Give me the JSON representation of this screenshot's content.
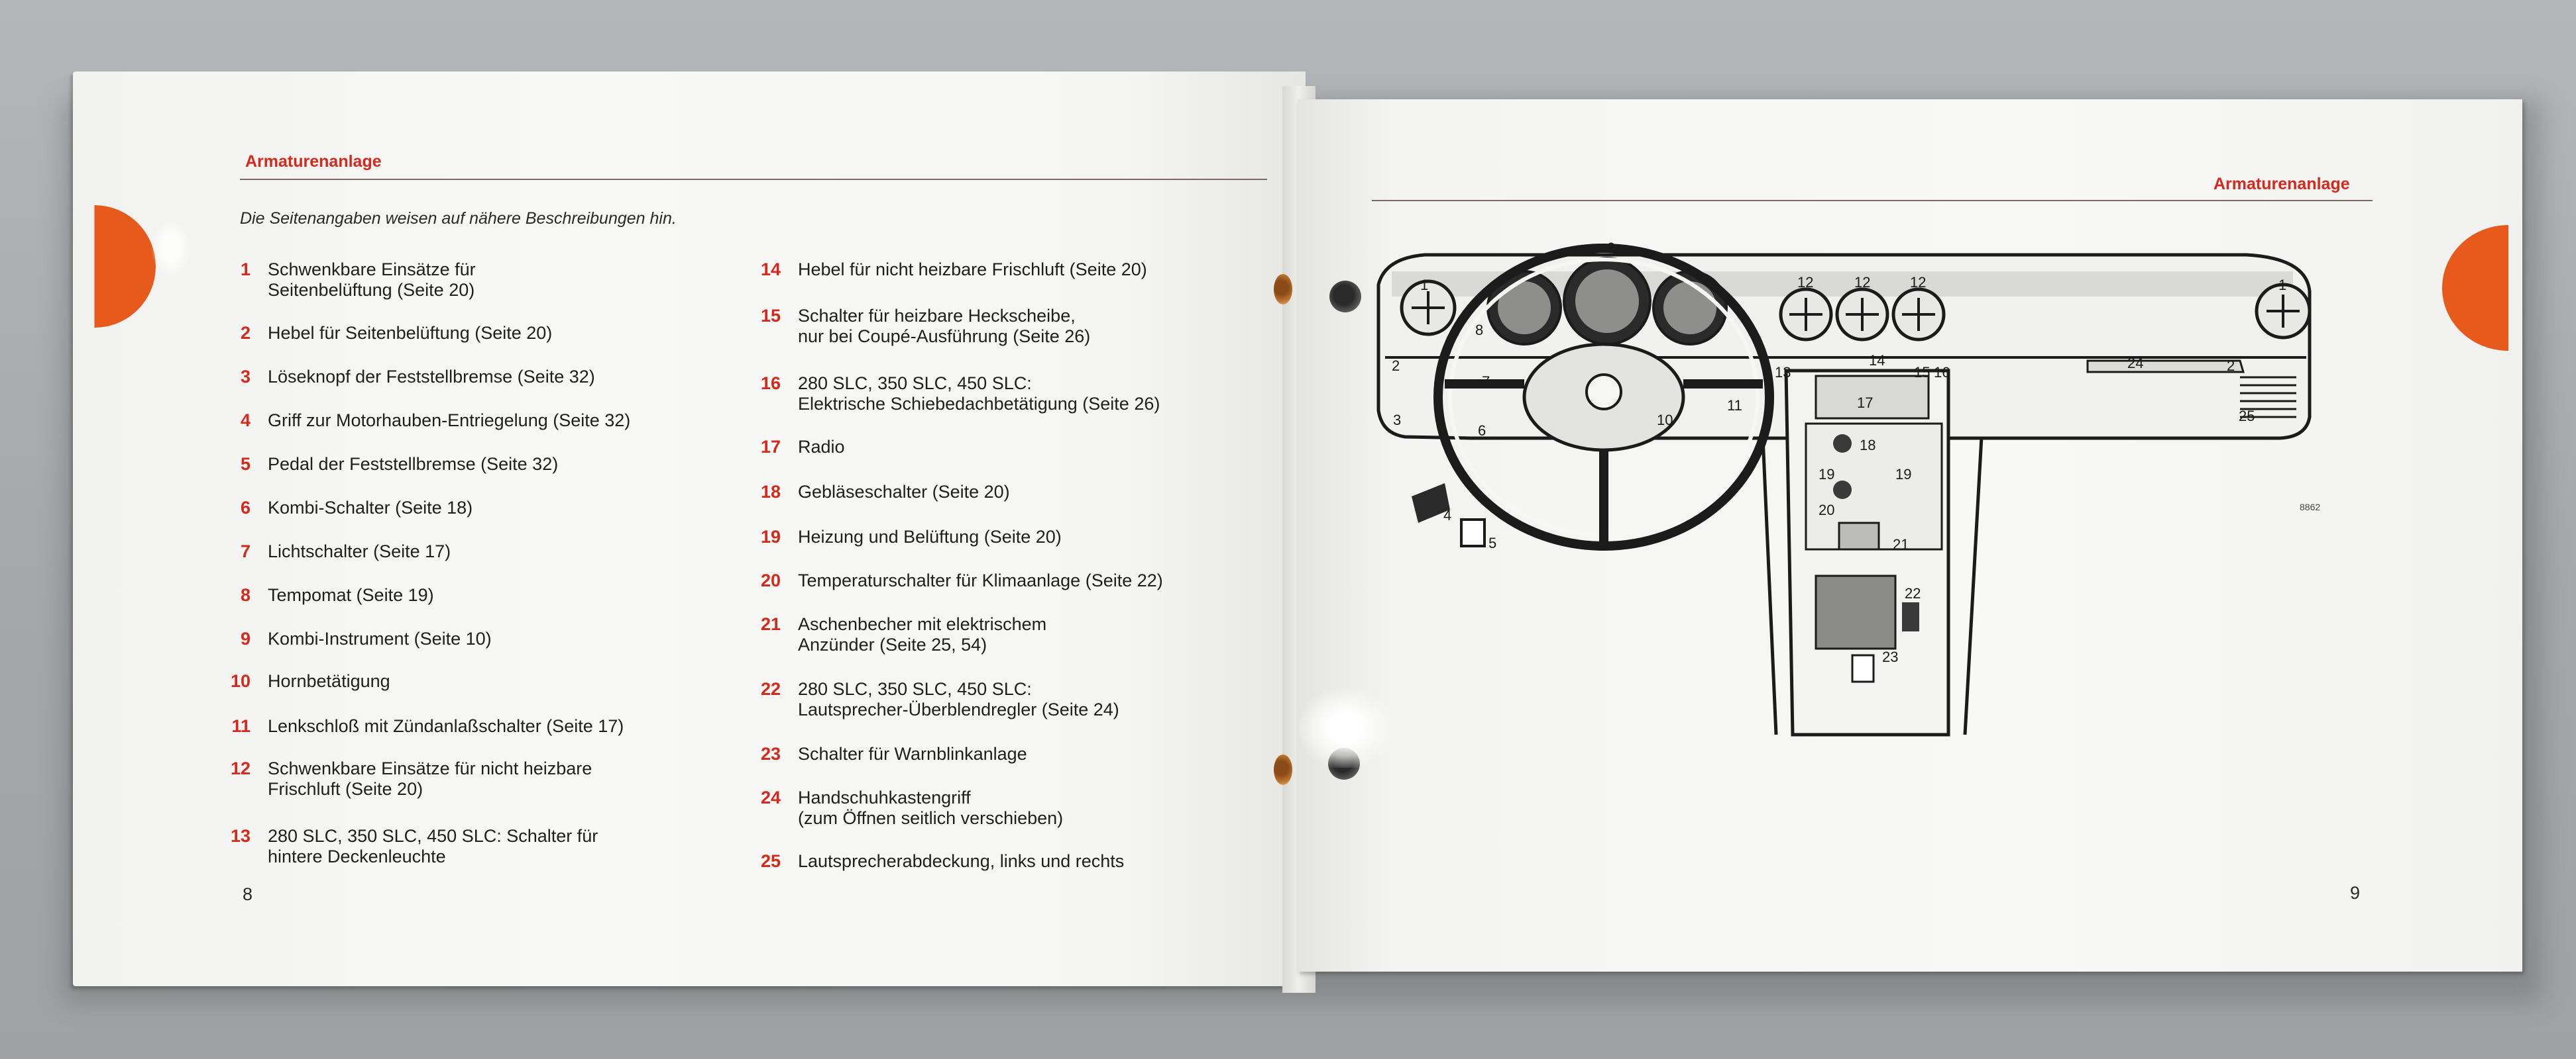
{
  "left_page": {
    "header": "Armaturenanlage",
    "intro": "Die Seitenangaben weisen auf nähere Beschreibungen hin.",
    "page_number": "8",
    "items": [
      {
        "num": "1",
        "text": "Schwenkbare Einsätze für\nSeitenbelüftung (Seite 20)"
      },
      {
        "num": "2",
        "text": "Hebel für Seitenbelüftung (Seite 20)"
      },
      {
        "num": "3",
        "text": "Löseknopf der Feststellbremse (Seite 32)"
      },
      {
        "num": "4",
        "text": "Griff zur Motorhauben-Entriegelung (Seite 32)"
      },
      {
        "num": "5",
        "text": "Pedal der Feststellbremse (Seite 32)"
      },
      {
        "num": "6",
        "text": "Kombi-Schalter (Seite 18)"
      },
      {
        "num": "7",
        "text": "Lichtschalter (Seite 17)"
      },
      {
        "num": "8",
        "text": "Tempomat (Seite 19)"
      },
      {
        "num": "9",
        "text": "Kombi-Instrument (Seite 10)"
      },
      {
        "num": "10",
        "text": "Hornbetätigung"
      },
      {
        "num": "11",
        "text": "Lenkschloß mit Zündanlaßschalter (Seite 17)"
      },
      {
        "num": "12",
        "text": "Schwenkbare Einsätze für nicht heizbare\nFrischluft (Seite 20)"
      },
      {
        "num": "13",
        "text": "280 SLC, 350 SLC, 450 SLC: Schalter für\nhintere Deckenleuchte"
      }
    ],
    "items_right_col": [
      {
        "num": "14",
        "text": "Hebel für nicht heizbare Frischluft (Seite 20)"
      },
      {
        "num": "15",
        "text": "Schalter für heizbare Heckscheibe,\nnur bei Coupé-Ausführung (Seite 26)"
      },
      {
        "num": "16",
        "text": "280 SLC, 350 SLC, 450 SLC:\nElektrische Schiebedachbetätigung (Seite 26)"
      },
      {
        "num": "17",
        "text": "Radio"
      },
      {
        "num": "18",
        "text": "Gebläseschalter (Seite 20)"
      },
      {
        "num": "19",
        "text": "Heizung und Belüftung (Seite 20)"
      },
      {
        "num": "20",
        "text": "Temperaturschalter für Klimaanlage (Seite 22)"
      },
      {
        "num": "21",
        "text": "Aschenbecher mit elektrischem\nAnzünder (Seite 25, 54)"
      },
      {
        "num": "22",
        "text": "280 SLC, 350 SLC, 450 SLC:\nLautsprecher-Überblendregler (Seite 24)"
      },
      {
        "num": "23",
        "text": "Schalter für Warnblinkanlage"
      },
      {
        "num": "24",
        "text": "Handschuhkastengriff\n(zum Öffnen seitlich verschieben)"
      },
      {
        "num": "25",
        "text": "Lautsprecherabdeckung, links und rechts"
      }
    ]
  },
  "right_page": {
    "header": "Armaturenanlage",
    "page_number": "9",
    "figure_code": "8862",
    "callouts": [
      "1",
      "2",
      "3",
      "4",
      "5",
      "6",
      "7",
      "8",
      "9",
      "10",
      "11",
      "12",
      "12",
      "12",
      "13",
      "14",
      "15",
      "16",
      "17",
      "18",
      "19",
      "19",
      "20",
      "21",
      "22",
      "23",
      "24",
      "25",
      "1",
      "2"
    ]
  },
  "colors": {
    "accent": "#d6291c",
    "tab": "#e85a1b",
    "paper": "#f7f7f5",
    "ink": "#1f1f1f"
  }
}
